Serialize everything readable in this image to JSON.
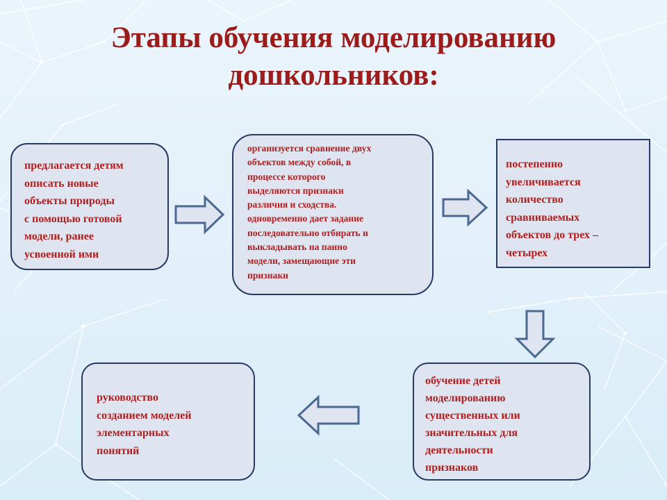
{
  "title": {
    "line1": "Этапы обучения моделированию",
    "line2": "дошкольников:"
  },
  "stages": {
    "stage1": {
      "lines": [
        "предлагается детям",
        "описать  новые",
        "объекты природы",
        "с помощью готовой",
        "модели, ранее",
        "усвоенной ими"
      ]
    },
    "stage2": {
      "lines": [
        "организуется сравнение двух",
        "объектов между собой, в",
        "процессе которого",
        "выделяются признаки",
        "различия и сходства.",
        "одновременно дает задание",
        "последовательно отбирать и",
        "выкладывать на панно",
        "модели, замещающие эти",
        "признаки"
      ]
    },
    "stage3": {
      "lines": [
        "постепенно",
        "увеличивается",
        "количество",
        "сравниваемых",
        "объектов до трех –",
        "четырех"
      ]
    },
    "stage4": {
      "lines": [
        "обучение детей",
        "моделированию",
        "существенных или",
        "значительных для",
        "деятельности",
        "признаков"
      ]
    },
    "stage5": {
      "lines": [
        "руководство",
        "созданием моделей",
        "элементарных",
        "понятий"
      ]
    }
  },
  "colors": {
    "title_text": "#9c1b1b",
    "box_text": "#b01e1e",
    "box_fill": "#dfe5f0",
    "box_border": "#253a63",
    "arrow_fill": "#dfe5f0",
    "arrow_stroke": "#4a6891"
  }
}
